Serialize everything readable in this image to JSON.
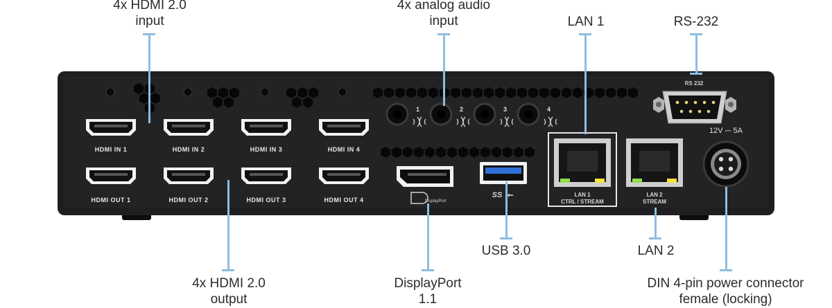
{
  "callouts": {
    "hdmi_in_line1": "4x HDMI 2.0",
    "hdmi_in_line2": "input",
    "audio_line1": "4x analog audio",
    "audio_line2": "input",
    "lan1": "LAN 1",
    "rs232": "RS-232",
    "hdmi_out_line1": "4x HDMI 2.0",
    "hdmi_out_line2": "output",
    "displayport_line1": "DisplayPort",
    "displayport_line2": "1.1",
    "usb": "USB 3.0",
    "lan2": "LAN 2",
    "power_line1": "DIN 4-pin power connector",
    "power_line2": "female (locking)"
  },
  "panel": {
    "hdmi_in_labels": [
      "HDMI IN 1",
      "HDMI IN 2",
      "HDMI IN 3",
      "HDMI IN 4"
    ],
    "hdmi_out_labels": [
      "HDMI OUT 1",
      "HDMI OUT 2",
      "HDMI OUT 3",
      "HDMI OUT 4"
    ],
    "audio_numbers": [
      "1",
      "2",
      "3",
      "4"
    ],
    "rs232_label": "RS 232",
    "power_rating": "12V ⎓ 5A",
    "displayport_logo_text": "DisplayPort",
    "usb_logo_text": "SS",
    "lan1_label_line1": "LAN 1",
    "lan1_label_line2": "CTRL / STREAM",
    "lan2_label_line1": "LAN 2",
    "lan2_label_line2": "STREAM"
  },
  "colors": {
    "chassis": "#1f1f21",
    "leader": "#8fbde0",
    "usb_blue": "#2f6fd6",
    "lan_led_green": "#8fe04a",
    "lan_led_yellow": "#f2e23a"
  }
}
